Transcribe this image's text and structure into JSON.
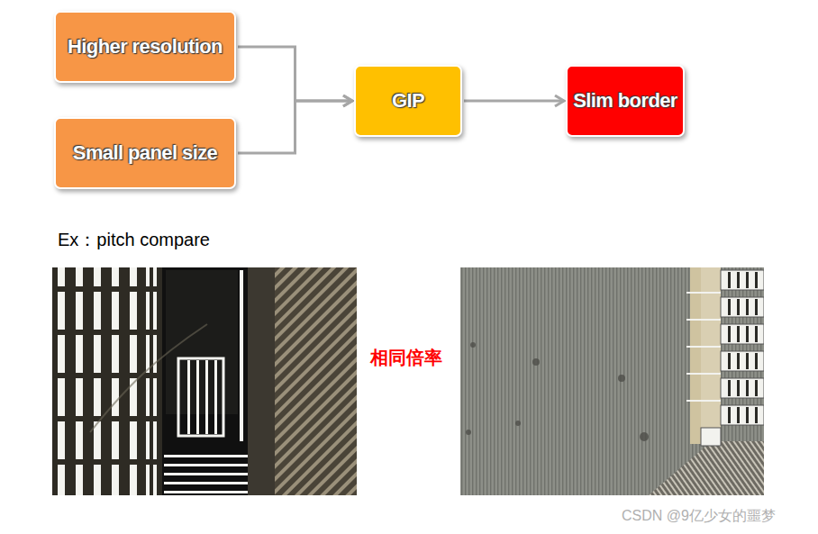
{
  "diagram": {
    "nodes": [
      {
        "text": [
          "Higher resolution"
        ]
      },
      {
        "text": [
          "Small panel size"
        ]
      },
      {
        "text": [
          "GIP"
        ]
      },
      {
        "text": [
          "Slim border"
        ]
      }
    ],
    "edges": [
      {
        "from": 0,
        "to": 2,
        "arrow": "to"
      },
      {
        "from": 1,
        "to": 2,
        "arrow": "to"
      },
      {
        "from": 2,
        "to": 3,
        "arrow": "to"
      }
    ],
    "labels": [
      "Ex：pitch compare",
      "相同倍率",
      "CSDN @9亿少女的噩梦"
    ]
  }
}
